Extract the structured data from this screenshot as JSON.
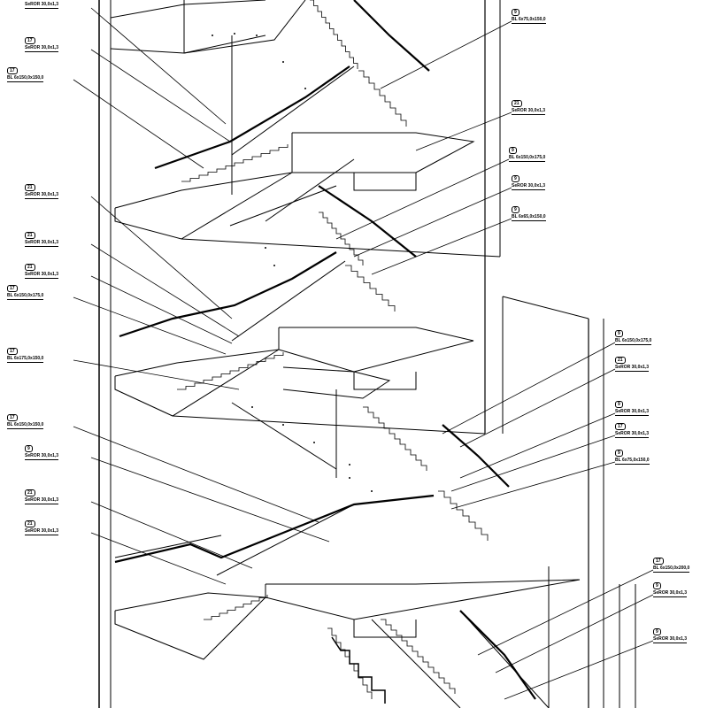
{
  "drawing": {
    "stroke_color": "#000000",
    "background": "#ffffff"
  },
  "callouts": [
    {
      "tag": "",
      "text": "SeROR 30,0x1,3"
    },
    {
      "tag": "17",
      "text": "SeROR 30,0x1,3"
    },
    {
      "tag": "17",
      "text": "BL 6x150,0x150,0"
    },
    {
      "tag": "21",
      "text": "SeROR 30,0x1,3"
    },
    {
      "tag": "21",
      "text": "SeROR 30,0x1,3"
    },
    {
      "tag": "21",
      "text": "SeROR 30,0x1,3"
    },
    {
      "tag": "17",
      "text": "BL 6x150,0x175,0"
    },
    {
      "tag": "17",
      "text": "BL 6x175,0x150,0"
    },
    {
      "tag": "17",
      "text": "BL 6x150,0x150,0"
    },
    {
      "tag": "9",
      "text": "SeROR 30,0x1,3"
    },
    {
      "tag": "21",
      "text": "SeROR 30,0x1,3"
    },
    {
      "tag": "21",
      "text": "SeROR 30,0x1,3"
    },
    {
      "tag": "9",
      "text": "BL 6x75,0x150,0"
    },
    {
      "tag": "21",
      "text": "SeROR 30,0x1,3"
    },
    {
      "tag": "9",
      "text": "BL 6x150,0x175,0"
    },
    {
      "tag": "9",
      "text": "SeROR 30,0x1,3"
    },
    {
      "tag": "9",
      "text": "BL 6x65,0x150,0"
    },
    {
      "tag": "9",
      "text": "BL 6x150,0x175,0"
    },
    {
      "tag": "21",
      "text": "SeROR 30,0x1,3"
    },
    {
      "tag": "9",
      "text": "SeROR 30,0x1,3"
    },
    {
      "tag": "17",
      "text": "SeROR 30,0x1,3"
    },
    {
      "tag": "9",
      "text": "BL 6x75,0x150,0"
    },
    {
      "tag": "17",
      "text": "BL 6x150,0x200,0"
    },
    {
      "tag": "9",
      "text": "SeROR 30,0x1,3"
    },
    {
      "tag": "9",
      "text": "SeROR 30,0x1,3"
    }
  ]
}
